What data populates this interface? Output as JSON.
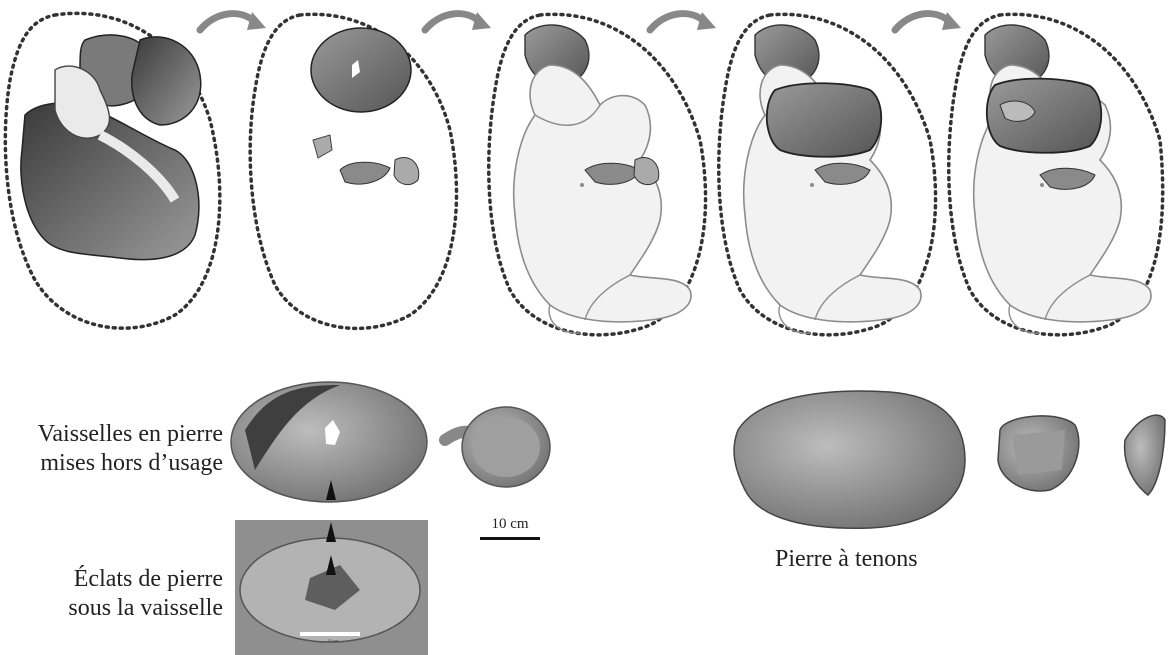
{
  "labels": {
    "vessels": [
      "Vaisselles en pierre",
      "mises hors d’usage"
    ],
    "flakes": [
      "Éclats de pierre",
      "sous la vaisselle"
    ],
    "tenon_stone": "Pierre à tenons"
  },
  "scale_bar": "10 cm",
  "photo_scale": "10 cm",
  "palette": {
    "outline": "#2b2b2b",
    "body_fill": "#f2f2f2",
    "dark_gray": "#555555",
    "stone_gray": "#8a8a8a"
  },
  "icons": [
    "arrow-icon",
    "figure-icon",
    "vessel-icon",
    "stone-icon"
  ]
}
